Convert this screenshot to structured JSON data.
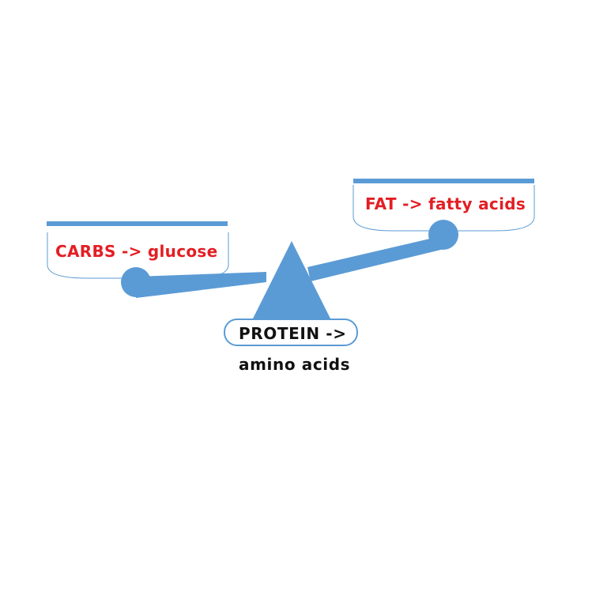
{
  "colors": {
    "scale": "#5b9bd5",
    "pan_text": "#e31e24",
    "base_text": "#111111",
    "outline": "#5b9bd5"
  },
  "left_pan": {
    "label": "CARBS -> glucose"
  },
  "right_pan": {
    "label": "FAT -> fatty acids"
  },
  "fulcrum": {
    "label_line1": "PROTEIN ->",
    "label_line2": "amino acids"
  }
}
